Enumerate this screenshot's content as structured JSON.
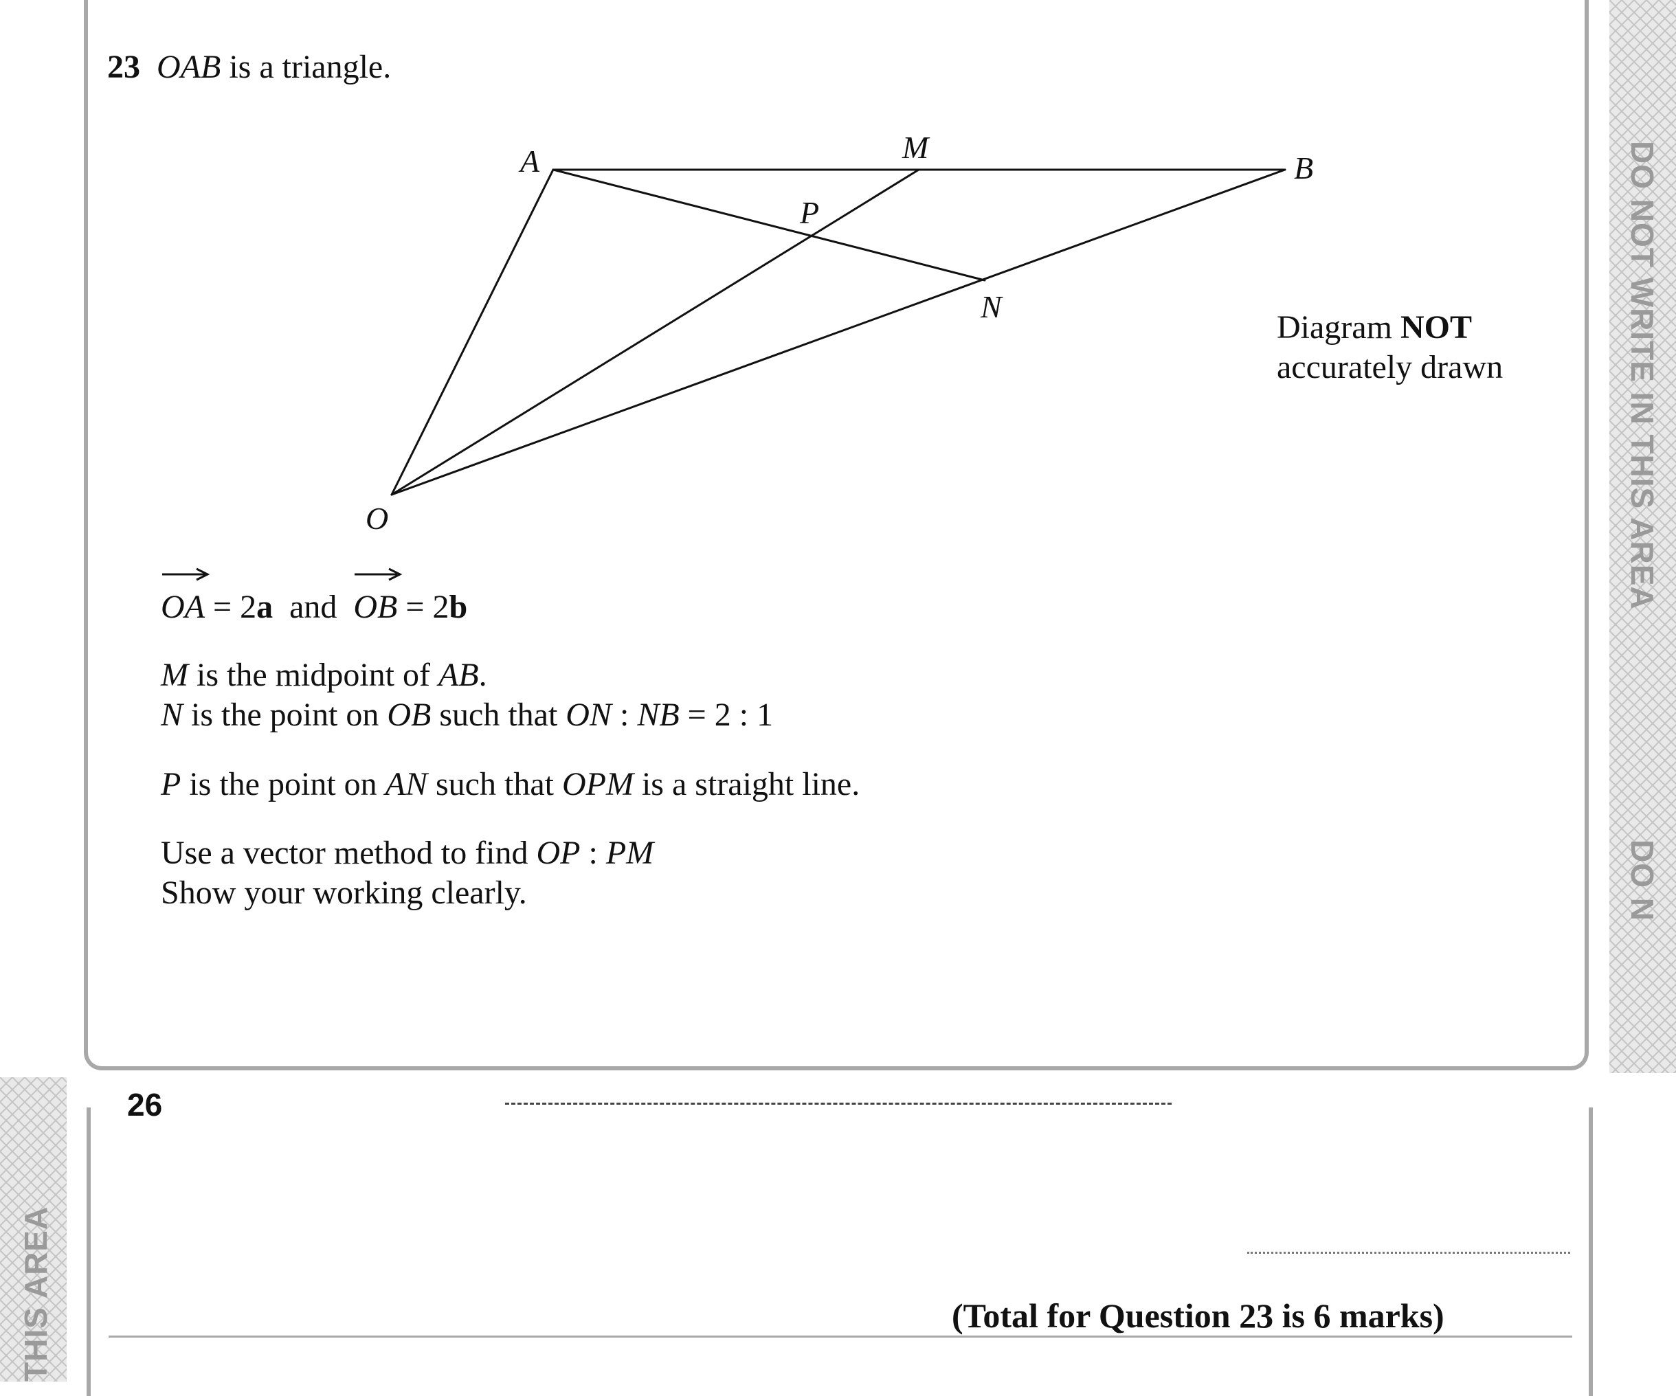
{
  "question": {
    "number": "23",
    "statement_italic": "OAB",
    "statement_rest": " is a triangle."
  },
  "diagram": {
    "labels": {
      "A": "A",
      "M": "M",
      "B": "B",
      "P": "P",
      "N": "N",
      "O": "O"
    },
    "note_line1_plain": "Diagram ",
    "note_line1_bold": "NOT",
    "note_line2": "accurately drawn"
  },
  "given": {
    "vector1": "OA",
    "vector1_value_num": "2",
    "vector1_value_bold": "a",
    "connector": "and",
    "vector2": "OB",
    "vector2_value_num": "2",
    "vector2_value_bold": "b"
  },
  "conditions": {
    "m_line": {
      "p1": "M",
      "p2": " is the midpoint of ",
      "p3": "AB",
      "p4": "."
    },
    "n_line": {
      "p1": "N",
      "p2": " is the point on ",
      "p3": "OB",
      "p4": " such that ",
      "p5": "ON",
      "p6": " : ",
      "p7": "NB",
      "p8": " = 2 : 1"
    },
    "p_line": {
      "p1": "P",
      "p2": " is the point on ",
      "p3": "AN",
      "p4": " such that ",
      "p5": "OPM",
      "p6": " is a straight line."
    }
  },
  "task": {
    "line1_plain": "Use a vector method to find ",
    "line1_italic1": "OP",
    "line1_sep": " : ",
    "line1_italic2": "PM",
    "line2": "Show your working clearly."
  },
  "page_number": "26",
  "total_marks": "(Total for Question 23 is 6 marks)",
  "margin": {
    "right_main": "DO NOT WRITE IN THIS AREA",
    "right_partial": "DO N",
    "left_partial": "THIS AREA"
  }
}
